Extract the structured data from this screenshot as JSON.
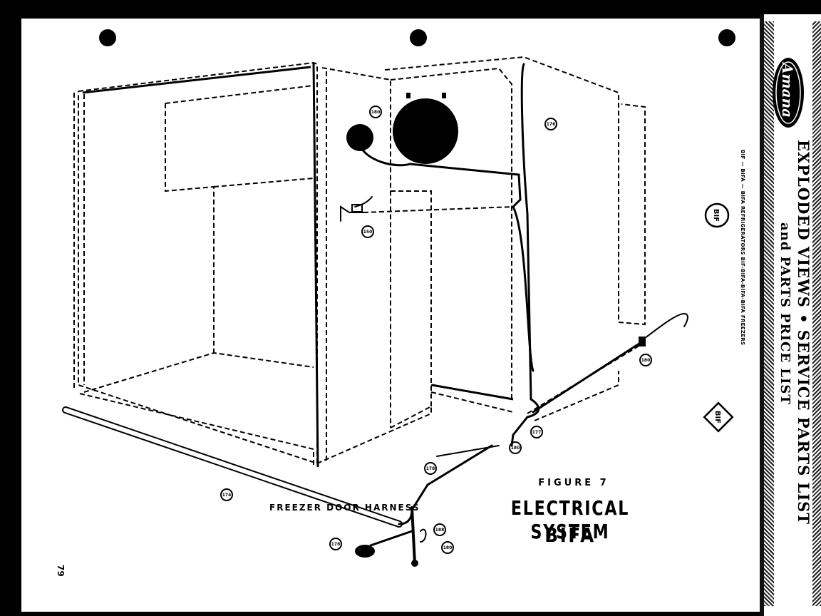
{
  "sidebar": {
    "brand": "Amana",
    "title": "EXPLODED VIEWS • SERVICE PARTS LIST",
    "subtitle": "and PARTS PRICE LIST",
    "models_line": "BIF — BIFA — BIFA REFRIGERATORS    BIF-BIFA-BIFA-BIFA FREEZERS",
    "badge_top": "BIF",
    "badge_bottom": "BIF"
  },
  "figure": {
    "number": "FIGURE 7",
    "title": "ELECTRICAL SYSTEM",
    "model": "BIFA",
    "harness_label": "FREEZER DOOR HARNESS"
  },
  "callouts": [
    "180",
    "176",
    "150",
    "174",
    "178",
    "177",
    "180",
    "188",
    "178",
    "180",
    "180"
  ],
  "page_number": "79",
  "colors": {
    "ink": "#000000",
    "paper": "#ffffff",
    "border": "#000000"
  }
}
